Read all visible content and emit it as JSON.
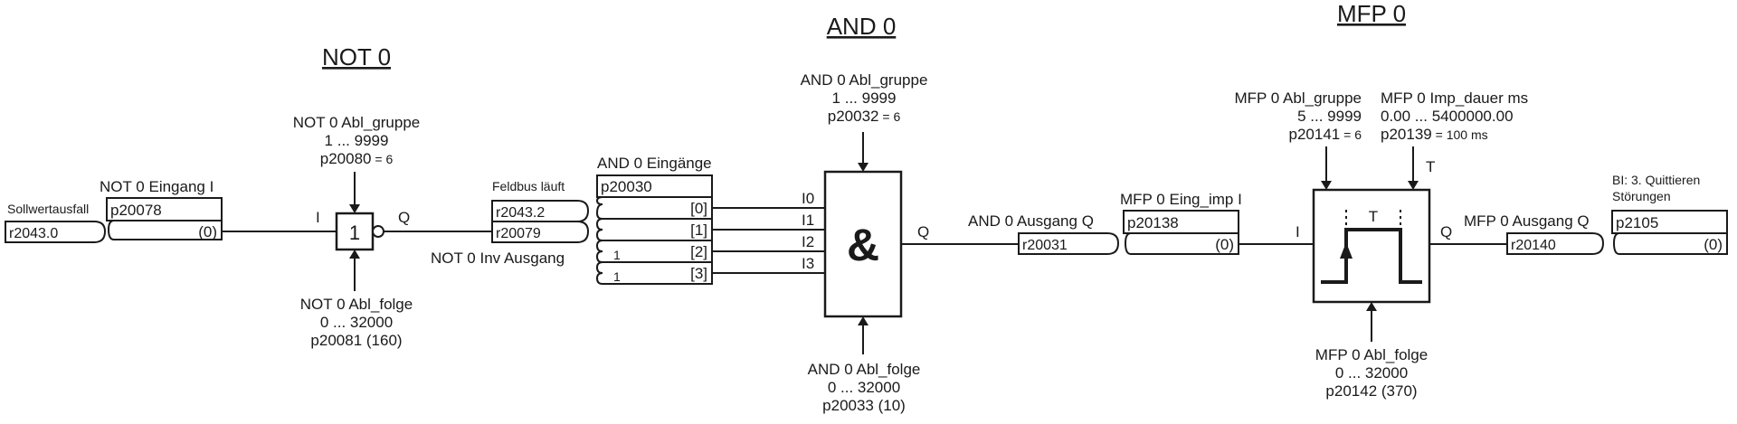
{
  "not_block": {
    "title": "NOT 0",
    "input_label": "I",
    "output_label": "Q",
    "symbol": "1",
    "param_top": {
      "name": "NOT 0 Abl_gruppe",
      "range": "1 ... 9999",
      "value_main": "p20080",
      "value_tail": " = 6"
    },
    "param_bottom": {
      "name": "NOT 0 Abl_folge",
      "range": "0 ... 32000",
      "value": "p20081 (160)"
    },
    "input_connector": {
      "label": "NOT 0 Eingang I",
      "param": "p20078",
      "value": "(0)"
    },
    "source_connector": {
      "label": "Sollwertausfall",
      "value": "r2043.0"
    }
  },
  "and_block": {
    "title": "AND 0",
    "symbol": "&",
    "output_label": "Q",
    "input_labels": [
      "I0",
      "I1",
      "I2",
      "I3"
    ],
    "param_top": {
      "name": "AND 0 Abl_gruppe",
      "range": "1 ... 9999",
      "value_main": "p20032",
      "value_tail": " = 6"
    },
    "param_bottom": {
      "name": "AND 0 Abl_folge",
      "range": "0 ... 32000",
      "value": "p20033 (10)"
    },
    "inputs_param": {
      "label": "AND 0 Eingänge",
      "param": "p20030",
      "indices": [
        "[0]",
        "[1]",
        "[2]",
        "[3]"
      ]
    },
    "feldbus": {
      "label": "Feldbus läuft",
      "value": "r2043.2"
    },
    "inv_output": {
      "label": "NOT 0 Inv Ausgang",
      "value": "r20079"
    },
    "const_inputs": [
      "1",
      "1"
    ],
    "output_connector": {
      "label": "AND 0 Ausgang Q",
      "value": "r20031"
    }
  },
  "mfp_block": {
    "title": "MFP 0",
    "input_label": "I",
    "output_label": "Q",
    "t_label": "T",
    "t_inside": "T",
    "param_group": {
      "name": "MFP 0 Abl_gruppe",
      "range": "5 ... 9999",
      "value_main": "p20141",
      "value_tail": " = 6"
    },
    "param_duration": {
      "name": "MFP 0 Imp_dauer ms",
      "range": "0.00 ... 5400000.00",
      "value_main": "p20139",
      "value_tail": " = 100 ms"
    },
    "param_bottom": {
      "name": "MFP 0 Abl_folge",
      "range": "0 ... 32000",
      "value": "p20142 (370)"
    },
    "input_connector": {
      "label": "MFP 0 Eing_imp I",
      "param": "p20138",
      "value": "(0)"
    },
    "output_connector": {
      "label": "MFP 0 Ausgang Q",
      "value": "r20140"
    },
    "target": {
      "label_line1": "BI: 3. Quittieren",
      "label_line2": "Störungen",
      "param": "p2105",
      "value": "(0)"
    }
  }
}
